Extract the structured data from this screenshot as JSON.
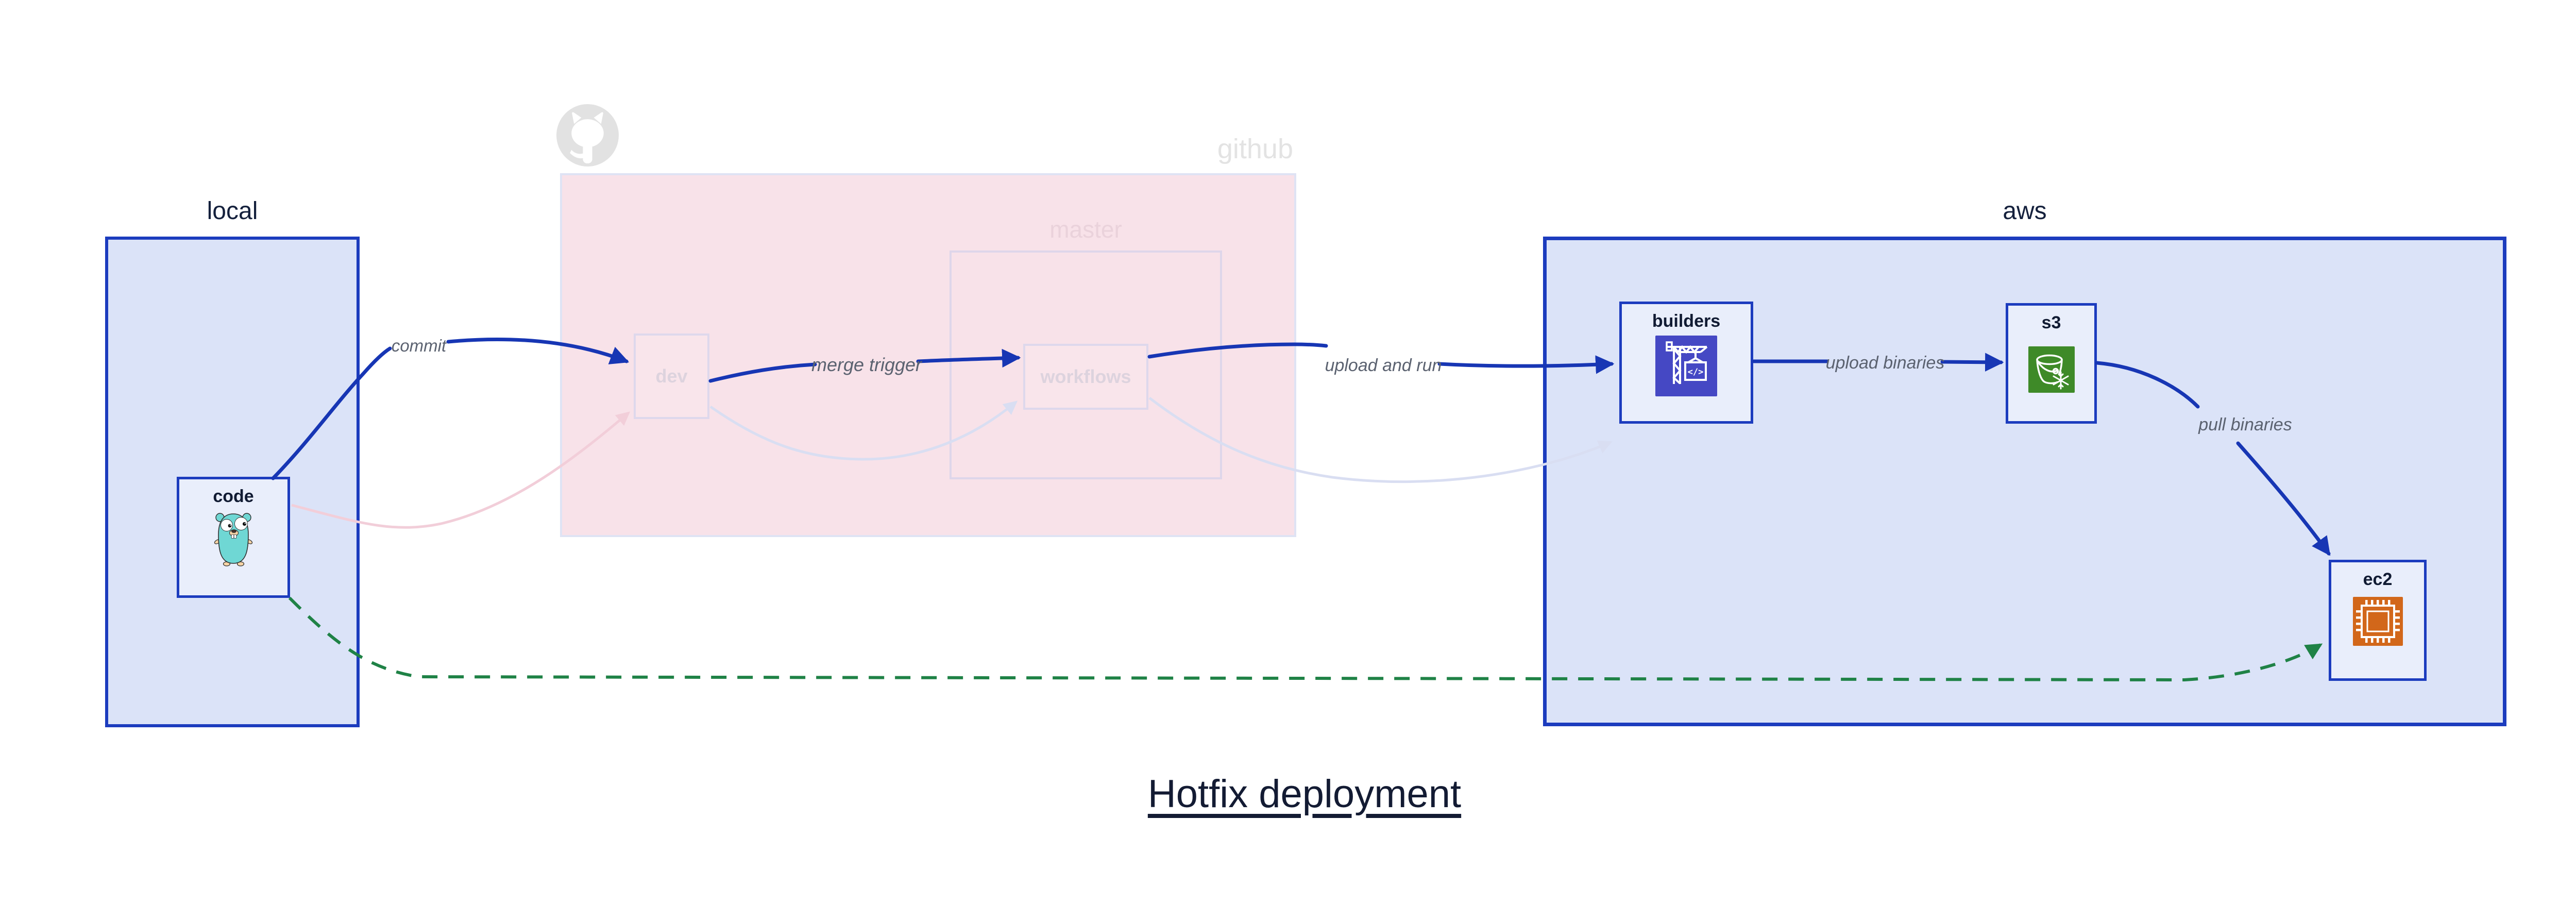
{
  "title": {
    "text": "Hotfix deployment"
  },
  "groups": {
    "local": {
      "label": "local"
    },
    "github": {
      "label": "github",
      "branch_label": "master",
      "logo": "octocat-icon"
    },
    "aws": {
      "label": "aws"
    }
  },
  "nodes": {
    "code": {
      "label": "code",
      "icon": "gopher-icon"
    },
    "dev": {
      "label": "dev"
    },
    "workflows": {
      "label": "workflows"
    },
    "builders": {
      "label": "builders",
      "icon": "crane-codebuild-icon",
      "icon_code_text": "</>"
    },
    "s3": {
      "label": "s3",
      "icon": "bucket-snowflake-icon"
    },
    "ec2": {
      "label": "ec2",
      "icon": "cpu-chip-icon"
    }
  },
  "edges": [
    {
      "from": "code",
      "to": "dev",
      "label": "commit",
      "style": "solid-blue"
    },
    {
      "from": "dev",
      "to": "workflows",
      "label": "merge trigger",
      "style": "solid-blue"
    },
    {
      "from": "workflows",
      "to": "builders",
      "label": "upload and run",
      "style": "solid-blue"
    },
    {
      "from": "builders",
      "to": "s3",
      "label": "upload binaries",
      "style": "solid-blue"
    },
    {
      "from": "s3",
      "to": "ec2",
      "label": "pull binaries",
      "style": "solid-blue"
    },
    {
      "from": "code",
      "to": "ec2",
      "label": "",
      "style": "dashed-green"
    },
    {
      "from": "code",
      "to": "dev",
      "label": "",
      "style": "faded-pink"
    },
    {
      "from": "dev",
      "to": "workflows",
      "label": "",
      "style": "faded-lavender"
    },
    {
      "from": "workflows",
      "to": "builders",
      "label": "",
      "style": "faded-lavender"
    }
  ],
  "colors": {
    "border_blue": "#1c3cbe",
    "arrow_blue": "#1736b4",
    "group_fill_blue": "#dbe3f8",
    "node_fill": "#e9eefb",
    "github_pink": "#f8e2e9",
    "faded_border": "#ded8ec",
    "faded_pink_arrow": "#f2ced9",
    "faded_lavender_arrow": "#d9def2",
    "hotfix_green": "#1f8246",
    "builders_icon_bg": "#4548c4",
    "s3_icon_bg": "#3e8a28",
    "ec2_icon_bg": "#d2671a",
    "gopher_teal": "#6fd7d4",
    "label_gray": "#5b6270"
  }
}
